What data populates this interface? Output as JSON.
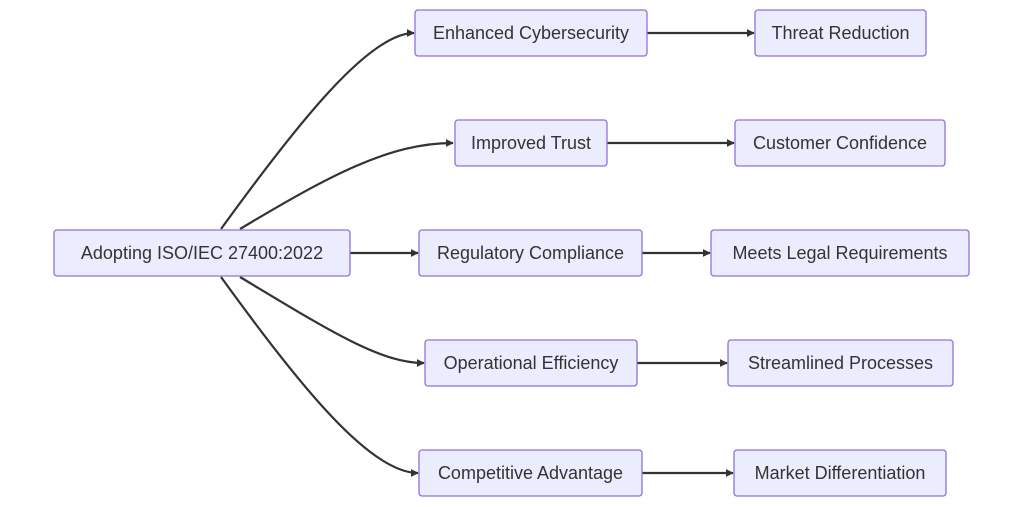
{
  "diagram": {
    "type": "flowchart",
    "direction": "left-to-right",
    "node_fill": "#ECECFF",
    "node_border": "#9370DB",
    "edge_color": "#333333",
    "text_color": "#333333",
    "root": {
      "id": "root",
      "label": "Adopting ISO/IEC 27400:2022"
    },
    "branches": [
      {
        "benefit": {
          "id": "b1",
          "label": "Enhanced Cybersecurity"
        },
        "outcome": {
          "id": "o1",
          "label": "Threat Reduction"
        }
      },
      {
        "benefit": {
          "id": "b2",
          "label": "Improved Trust"
        },
        "outcome": {
          "id": "o2",
          "label": "Customer Confidence"
        }
      },
      {
        "benefit": {
          "id": "b3",
          "label": "Regulatory Compliance"
        },
        "outcome": {
          "id": "o3",
          "label": "Meets Legal Requirements"
        }
      },
      {
        "benefit": {
          "id": "b4",
          "label": "Operational Efficiency"
        },
        "outcome": {
          "id": "o4",
          "label": "Streamlined Processes"
        }
      },
      {
        "benefit": {
          "id": "b5",
          "label": "Competitive Advantage"
        },
        "outcome": {
          "id": "o5",
          "label": "Market Differentiation"
        }
      }
    ]
  }
}
